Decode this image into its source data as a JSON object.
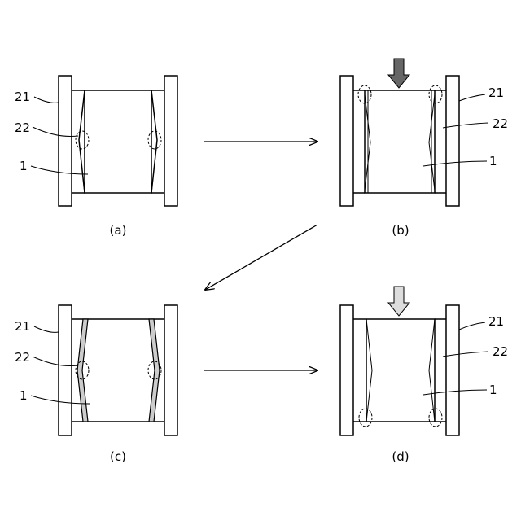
{
  "panels": [
    {
      "caption": "(a)",
      "labels": [
        "21",
        "22",
        "1"
      ]
    },
    {
      "caption": "(b)",
      "labels": [
        "21",
        "22",
        "1"
      ]
    },
    {
      "caption": "(c)",
      "labels": [
        "21",
        "22",
        "1"
      ]
    },
    {
      "caption": "(d)",
      "labels": [
        "21",
        "22",
        "1"
      ]
    }
  ],
  "colors": {
    "line": "#000000",
    "arrow_dark": "#666666",
    "arrow_light": "#dddddd",
    "film": "#cccccc"
  }
}
